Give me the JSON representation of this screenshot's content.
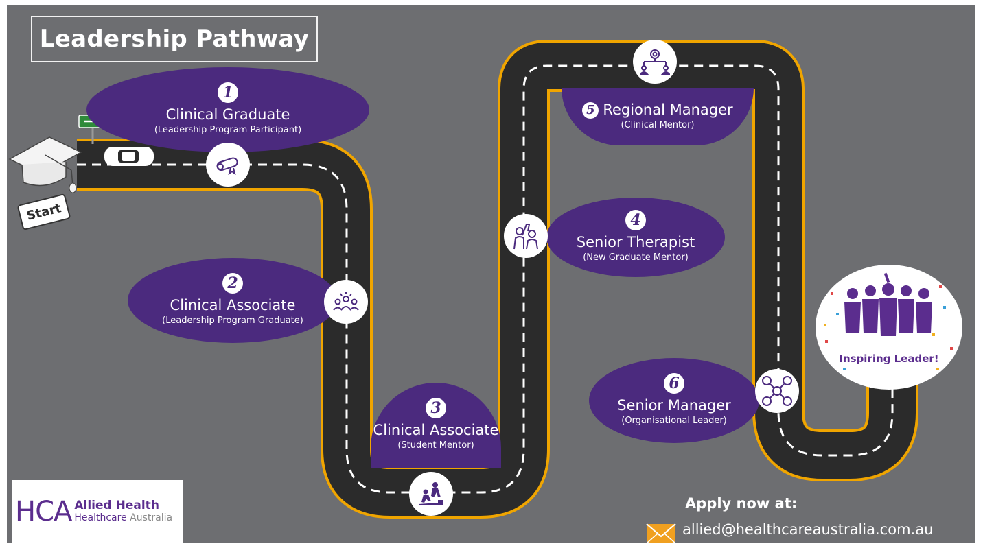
{
  "title": "Leadership Pathway",
  "start_label": "Start",
  "stages": [
    {
      "number": "1",
      "title": "Clinical Graduate",
      "subtitle": "(Leadership Program Participant)",
      "icon": "diploma-scroll-icon"
    },
    {
      "number": "2",
      "title": "Clinical Associate",
      "subtitle": "(Leadership Program Graduate)",
      "icon": "group-idea-icon"
    },
    {
      "number": "3",
      "title": "Clinical Associate",
      "subtitle": "(Student Mentor)",
      "icon": "helping-climb-icon"
    },
    {
      "number": "4",
      "title": "Senior Therapist",
      "subtitle": "(New Graduate Mentor)",
      "icon": "high-five-icon"
    },
    {
      "number": "5",
      "title": "Regional Manager",
      "subtitle": "(Clinical Mentor)",
      "icon": "org-structure-icon"
    },
    {
      "number": "6",
      "title": "Senior Manager",
      "subtitle": "(Organisational Leader)",
      "icon": "network-people-icon"
    }
  ],
  "finish_label": "Inspiring Leader!",
  "apply_label": "Apply now at:",
  "email": "allied@healthcareaustralia.com.au",
  "logo": {
    "mark": "HCA",
    "line1": "Allied Health",
    "line2_a": "Healthcare",
    "line2_b": " Australia"
  },
  "colors": {
    "background": "#6d6e71",
    "road": "#2b2b2b",
    "road_edge": "#f0a500",
    "bubble": "#4b2a7e",
    "brand_purple": "#5b2d8e",
    "email_icon": "#f0a020"
  }
}
